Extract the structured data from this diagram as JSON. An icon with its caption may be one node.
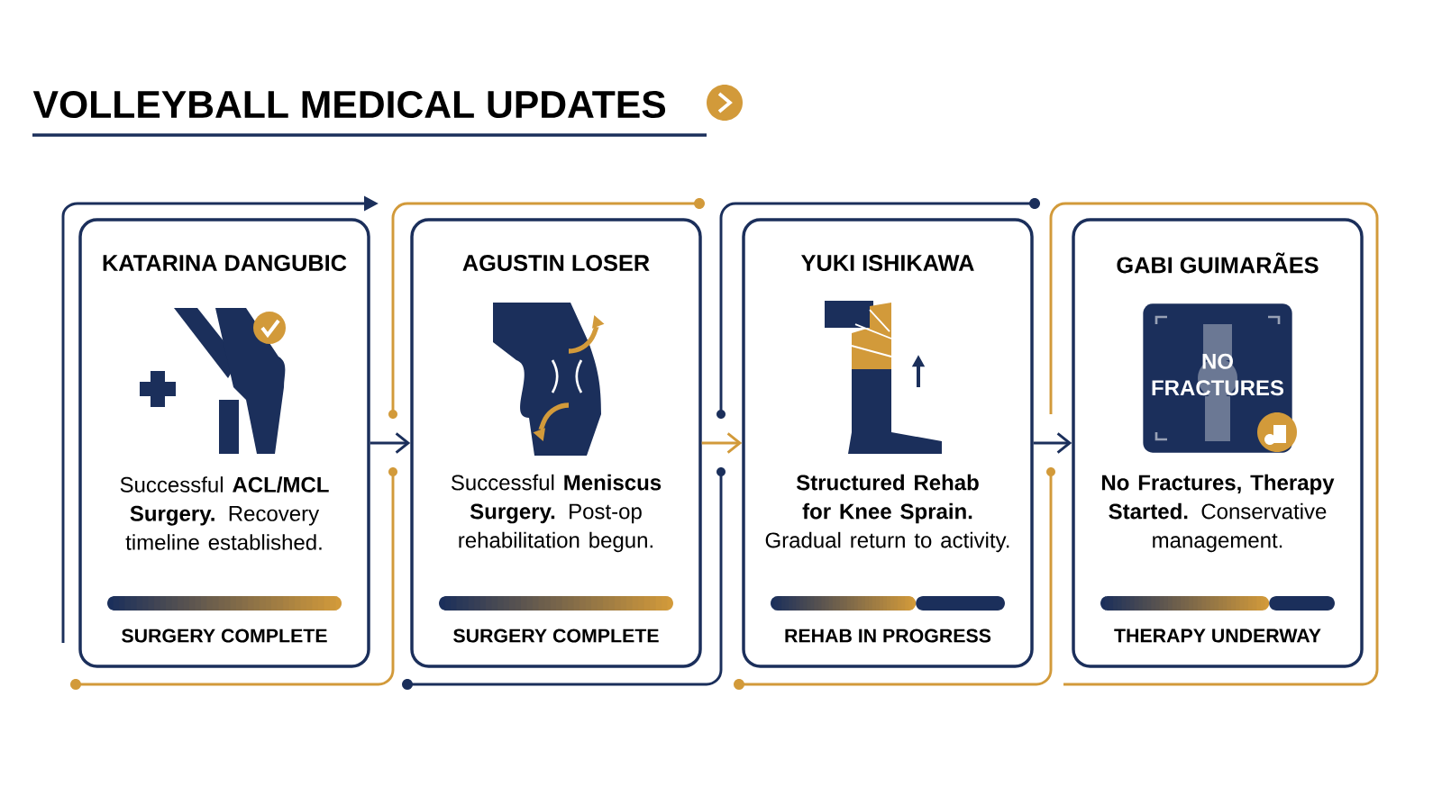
{
  "diagram": {
    "title": "VOLLEYBALL MEDICAL UPDATES",
    "nodes": [
      {
        "text": [
          "KATARINA DANGUBIC",
          "Successful **ACL/MCL Surgery.** Recovery timeline established.",
          "SURGERY COMPLETE"
        ]
      },
      {
        "text": [
          "AGUSTIN LOSER",
          "Successful **Meniscus Surgery.** Post-op rehabilitation begun.",
          "SURGERY COMPLETE"
        ]
      },
      {
        "text": [
          "YUKI ISHIKAWA",
          "**Structured Rehab for Knee Sprain.** Gradual return to activity.",
          "REHAB IN PROGRESS"
        ]
      },
      {
        "text": [
          "GABI GUIMARÃES",
          "**No Fractures, Therapy Started.** Conservative management.",
          "THERAPY UNDERWAY"
        ]
      },
      {
        "text": [
          "NO FRACTURES"
        ],
        "in": 3
      }
    ],
    "edges": [
      {
        "from": 0,
        "to": 1,
        "arrow": "to"
      },
      {
        "from": 1,
        "to": 2,
        "arrow": "to",
        "color": "#d29a3a"
      },
      {
        "from": 2,
        "to": 3,
        "arrow": "to"
      }
    ]
  }
}
